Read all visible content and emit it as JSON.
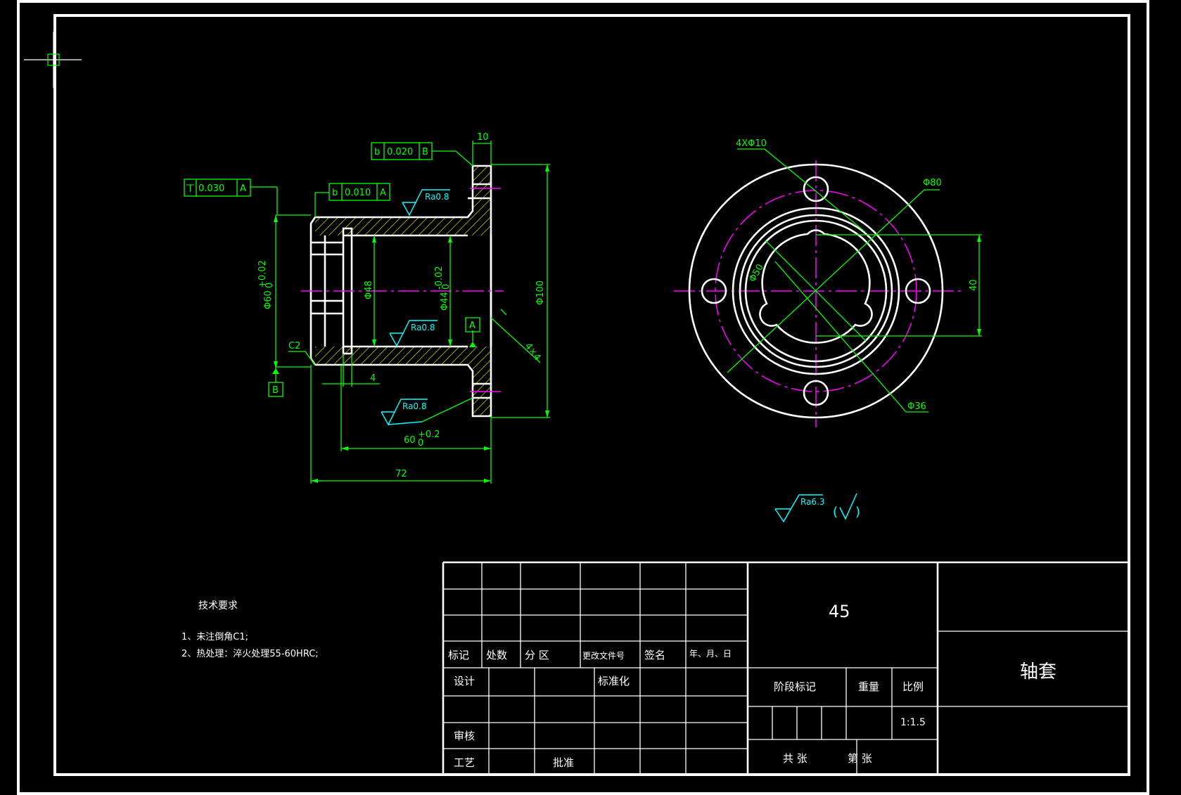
{
  "colors": {
    "background": "#000000",
    "outline": "#ffffff",
    "dimension": "#00ff00",
    "roughness": "#00ffff",
    "centerline": "#ff00ff",
    "hatch": "#c8c800"
  },
  "tolerance_frames": {
    "perpendicularity": {
      "symbol": "⊥",
      "value": "0.030",
      "datum": "A",
      "symbol_display": "ㄒ",
      "value_display": "0.030"
    },
    "runout_top": {
      "symbol": "↗",
      "symbol_display": "b",
      "value": "0.010",
      "datum": "A"
    },
    "runout_flange": {
      "symbol": "↗",
      "symbol_display": "b",
      "value": "0.020",
      "datum": "B"
    }
  },
  "datums": {
    "a": "A",
    "b": "B"
  },
  "section_view": {
    "dims": {
      "flange_thickness": "10",
      "outer_diameter": "Φ60",
      "outer_tol": "+0.02",
      "outer_tol_low": "0",
      "groove_diameter": "Φ48",
      "bore_diameter": "Φ44",
      "bore_tol": "-0.02",
      "bore_tol_low": "0",
      "flange_diameter": "Φ100",
      "chamfer": "C2",
      "groove_width": "4",
      "bore_length": "60",
      "bore_length_tol": "+0.2",
      "bore_length_tol_low": "0",
      "total_length": "72",
      "diag": "4×4"
    },
    "roughness": {
      "r1": "Ra0.8",
      "r2": "Ra0.8",
      "r3": "Ra0.8"
    }
  },
  "end_view": {
    "dims": {
      "holes": "4XΦ10",
      "pcd": "Φ80",
      "inner": "Φ36",
      "d50": "Φ50",
      "width": "40"
    }
  },
  "general_roughness": {
    "value": "Ra6.3"
  },
  "tech_requirements": {
    "title": "技术要求",
    "items": [
      "1、未注倒角C1;",
      "2、热处理：淬火处理55-60HRC;"
    ]
  },
  "title_block": {
    "material": "45",
    "part_name": "轴套",
    "scale": "1:1.5",
    "labels": {
      "mark": "标记",
      "count": "处数",
      "zone": "分  区",
      "doc_no": "更改文件号",
      "signature": "签名",
      "date": "年、月、日",
      "design": "设计",
      "standardize": "标准化",
      "review": "审核",
      "process": "工艺",
      "approve": "批准",
      "stage": "阶段标记",
      "weight": "重量",
      "ratio": "比例",
      "total": "共    张",
      "sheet": "第    张"
    }
  }
}
